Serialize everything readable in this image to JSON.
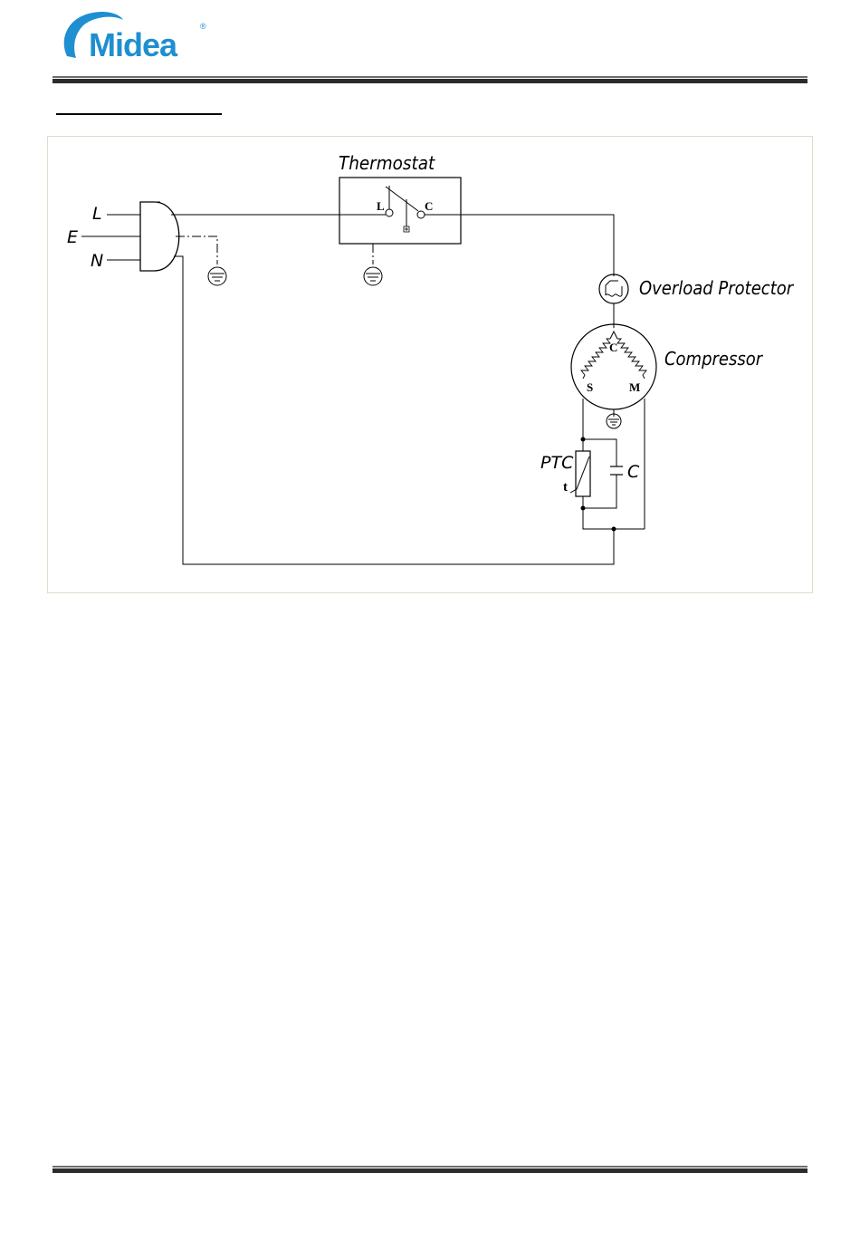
{
  "header": {
    "logo_text": "Midea",
    "logo_mark": "®",
    "brand_color": "#1e8fd0",
    "rule_color": "#333333"
  },
  "diagram": {
    "labels": {
      "line": "L",
      "earth": "E",
      "neutral": "N",
      "thermostat": "Thermostat",
      "thermostat_l": "L",
      "thermostat_c": "C",
      "overload_protector": "Overload Protector",
      "compressor": "Compressor",
      "comp_c": "C",
      "comp_s": "S",
      "comp_m": "M",
      "ptc": "PTC",
      "ptc_t": "t",
      "capacitor": "C"
    },
    "icons": [
      "ground-icon",
      "plug-icon",
      "thermostat-switch-icon",
      "overload-protector-icon",
      "compressor-icon",
      "ptc-thermistor-icon",
      "capacitor-icon"
    ]
  }
}
